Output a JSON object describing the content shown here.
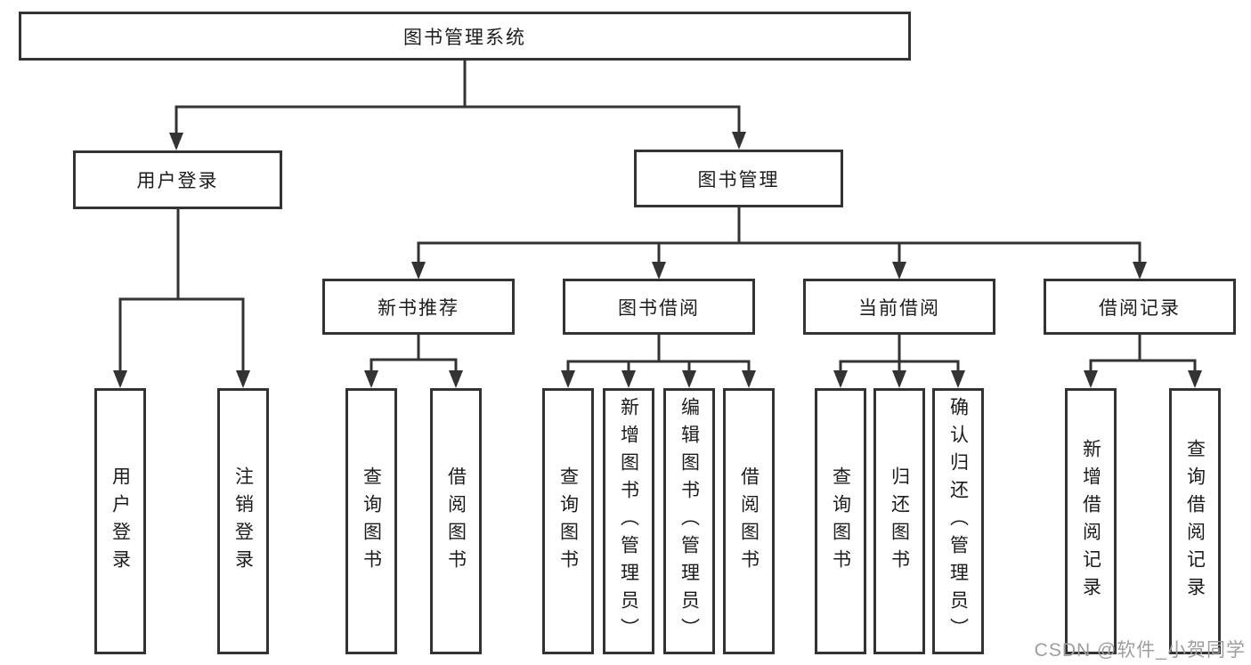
{
  "colors": {
    "line": "#333333",
    "text": "#1c1c1c",
    "box_bg": "#ffffff",
    "background": "#ffffff",
    "watermark": "#9e9e9e"
  },
  "nodes": {
    "root": "图书管理系统",
    "user_login": "用户登录",
    "book_mgmt": "图书管理",
    "new_book_rec": "新书推荐",
    "book_borrow": "图书借阅",
    "current_borrow": "当前借阅",
    "borrow_records": "借阅记录",
    "leaf_login": "用户登录",
    "leaf_logout": "注销登录",
    "leaf_nbr_query": "查询图书",
    "leaf_nbr_borrow": "借阅图书",
    "leaf_bb_query": "查询图书",
    "leaf_bb_add": "新增图书（管理员）",
    "leaf_bb_edit": "编辑图书（管理员）",
    "leaf_bb_borrow": "借阅图书",
    "leaf_cb_query": "查询图书",
    "leaf_cb_return": "归还图书",
    "leaf_cb_confirm": "确认归还（管理员）",
    "leaf_br_add": "新增借阅记录",
    "leaf_br_query": "查询借阅记录"
  },
  "watermark": "CSDN @软件_小贺同学"
}
